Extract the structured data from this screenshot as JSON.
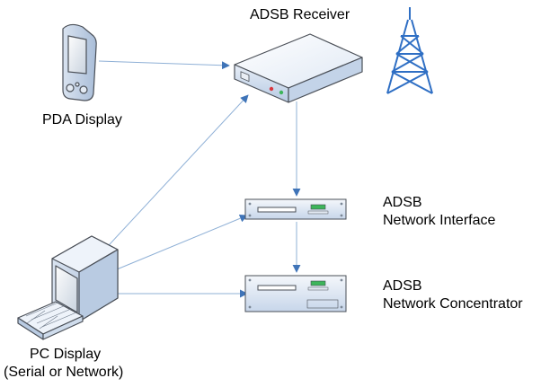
{
  "nodes": {
    "receiver": {
      "label": "ADSB Receiver"
    },
    "pda": {
      "label": "PDA Display"
    },
    "network_interface": {
      "label_line1": "ADSB",
      "label_line2": "Network Interface"
    },
    "network_concentrator": {
      "label_line1": "ADSB",
      "label_line2": "Network Concentrator"
    },
    "pc": {
      "label_line1": "PC Display",
      "label_line2": "(Serial or Network)"
    }
  },
  "colors": {
    "connector": "#8fb0d6",
    "arrowhead": "#3f74b8",
    "tower": "#2f6fc4",
    "device_light": "#eef3fa",
    "device_mid": "#cfdcec",
    "device_dark": "#9fb5d2",
    "outline": "#4a4f57"
  }
}
